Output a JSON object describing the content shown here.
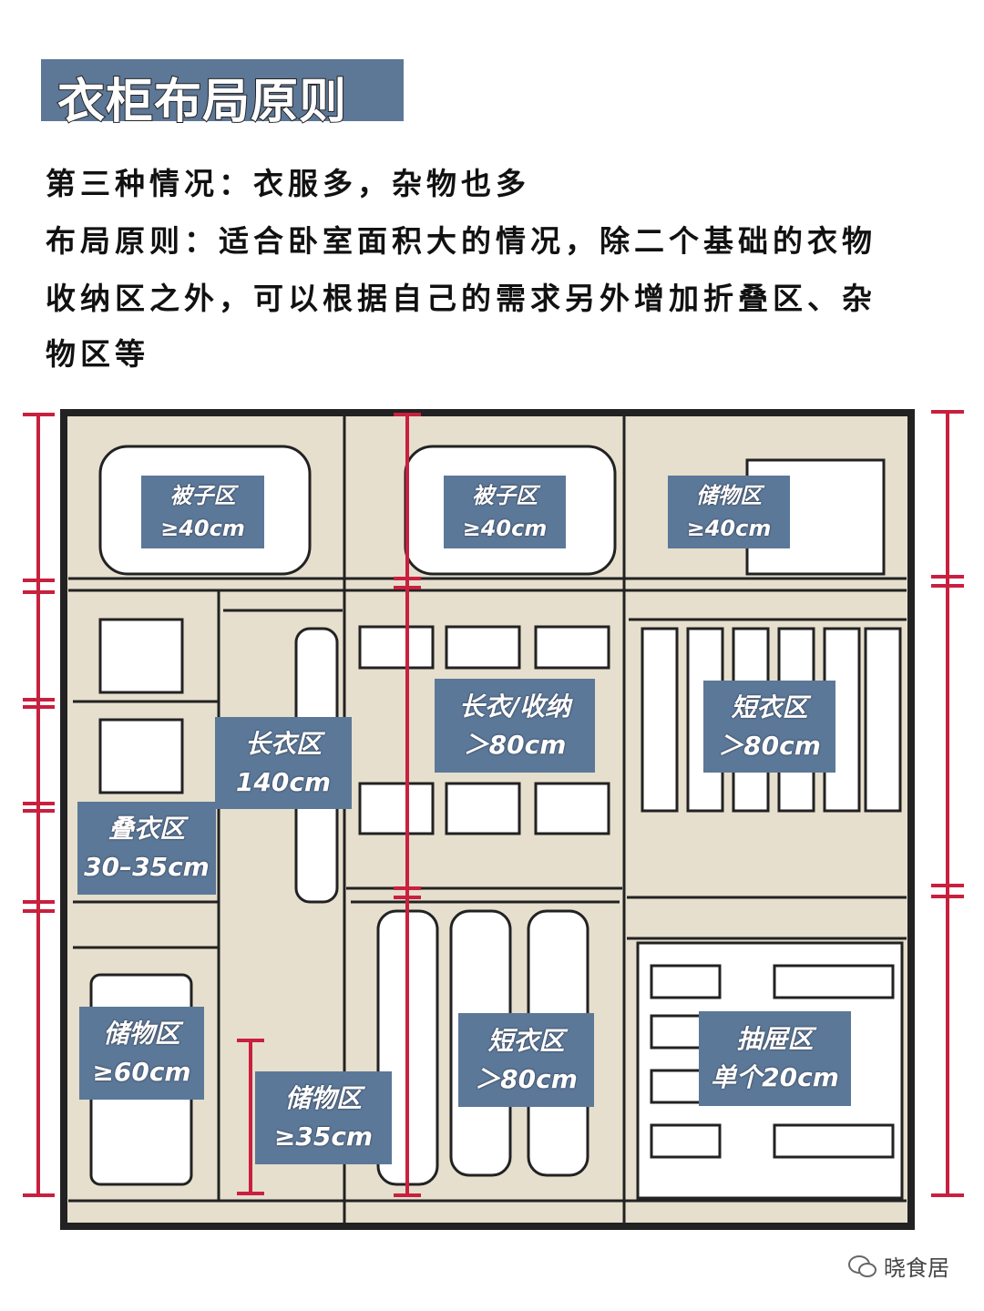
{
  "title": "衣柜布局原则",
  "lines": [
    "第三种情况：衣服多，杂物也多",
    "布局原则：适合卧室面积大的情况，除二个基础的衣物",
    "收纳区之外，可以根据自己的需求另外增加折叠区、杂",
    "物区等"
  ],
  "labels": [
    {
      "name": "被子区",
      "size": "≥40cm"
    },
    {
      "name": "被子区",
      "size": "≥40cm"
    },
    {
      "name": "储物区",
      "size": "≥40cm"
    },
    {
      "name": "长衣/收纳",
      "size": "＞80cm"
    },
    {
      "name": "短衣区",
      "size": "＞80cm"
    },
    {
      "name": "长衣区",
      "size": "140cm"
    },
    {
      "name": "叠衣区",
      "size": "30–35cm"
    },
    {
      "name": "储物区",
      "size": "≥60cm"
    },
    {
      "name": "储物区",
      "size": "≥35cm"
    },
    {
      "name": "短衣区",
      "size": "＞80cm"
    },
    {
      "name": "抽屉区",
      "size": "单个20cm"
    }
  ],
  "watermark": "晓食居",
  "colors": {
    "label": "#5b7898",
    "measure": "#c8203f",
    "interior": "#e6dfcd"
  }
}
